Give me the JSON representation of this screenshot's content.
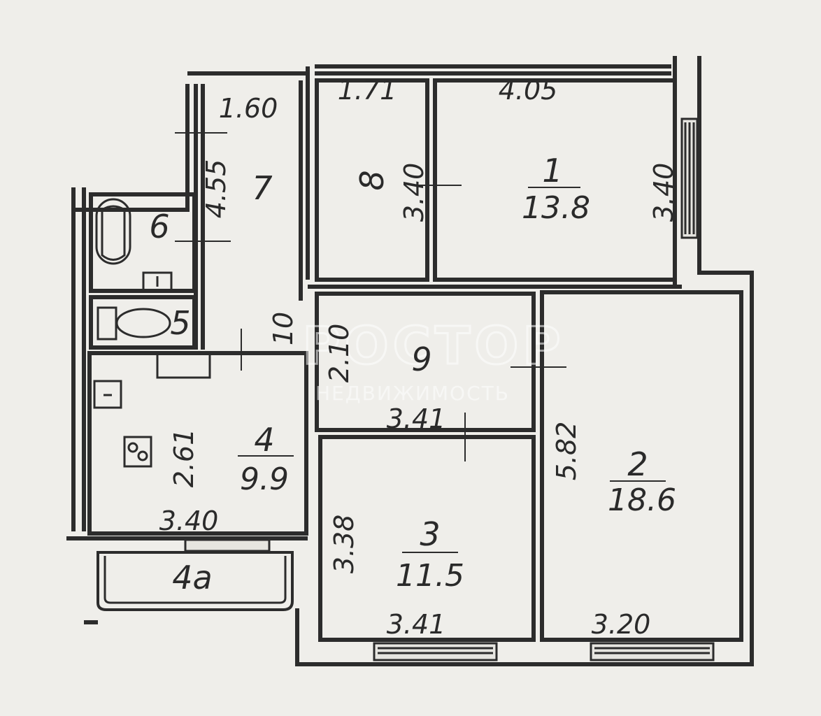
{
  "watermark": {
    "brand": "РОСТОР",
    "subtitle": "НЕДВИЖИМОСТЬ"
  },
  "rooms": {
    "r1": {
      "number": "1",
      "area": "13.8",
      "width": "4.05",
      "depth": "3.40"
    },
    "r2": {
      "number": "2",
      "area": "18.6",
      "width": "3.20",
      "depth": "5.82"
    },
    "r3": {
      "number": "3",
      "area": "11.5",
      "width": "3.41",
      "depth": "3.38"
    },
    "r4": {
      "number": "4",
      "area": "9.9",
      "width": "3.40",
      "depth": "2.61"
    },
    "r4a": {
      "number": "4а"
    },
    "r5": {
      "number": "5"
    },
    "r6": {
      "number": "6"
    },
    "r7": {
      "number": "7",
      "width": "1.60",
      "depth": "4.55"
    },
    "r8": {
      "number": "8",
      "width": "1.71",
      "depth": "3.40"
    },
    "r9": {
      "number": "9",
      "width": "3.41",
      "depth": "2.10"
    },
    "r10": {
      "number": "10"
    }
  }
}
